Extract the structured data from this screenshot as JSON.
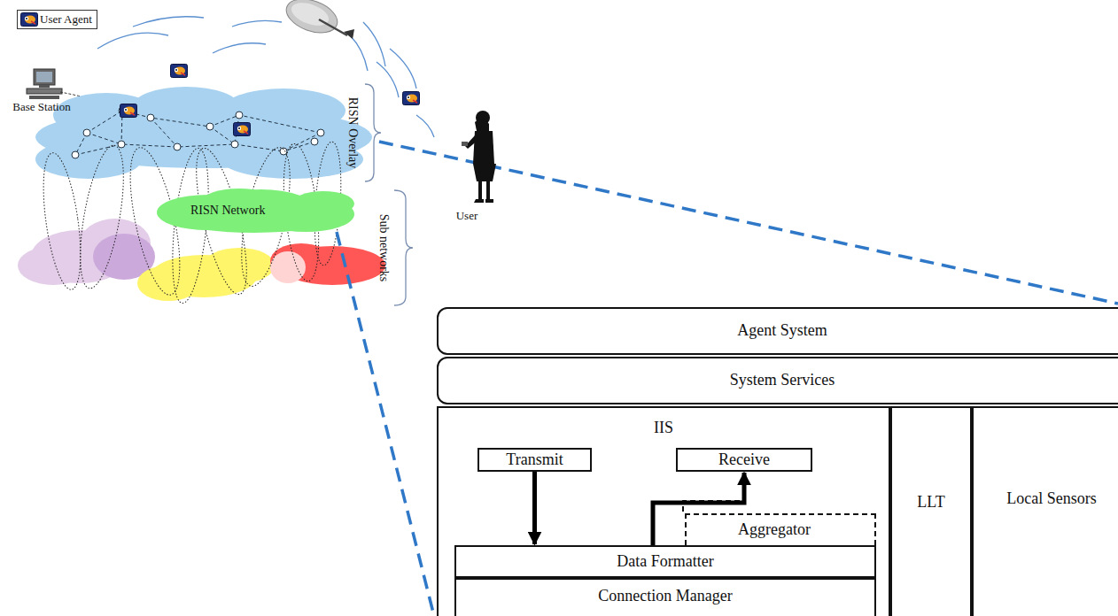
{
  "diagram": {
    "nodes": [
      {
        "text": [
          "RISN Network"
        ]
      },
      {
        "text": [
          "Agent System"
        ]
      },
      {
        "text": [
          "System Services"
        ]
      },
      {
        "text": [
          "IIS"
        ]
      },
      {
        "text": [
          "Transmit"
        ],
        "in": 3
      },
      {
        "text": [
          "Receive"
        ],
        "in": 3
      },
      {
        "text": [
          "Aggregator"
        ],
        "in": 3
      },
      {
        "text": [
          "Data Formatter"
        ],
        "in": 3
      },
      {
        "text": [
          "Connection Manager"
        ],
        "in": 3
      },
      {
        "text": [
          "LLT"
        ]
      },
      {
        "text": [
          "Local Sensors"
        ]
      }
    ],
    "edges": [
      {
        "from": 4,
        "to": 7,
        "arrow": "to"
      },
      {
        "from": 7,
        "to": 5,
        "arrow": "to"
      }
    ],
    "labels": [
      "Base Station",
      "RISN Overlay",
      "Sub networks",
      "User"
    ],
    "legend": [
      {
        "text": "User Agent"
      }
    ]
  }
}
